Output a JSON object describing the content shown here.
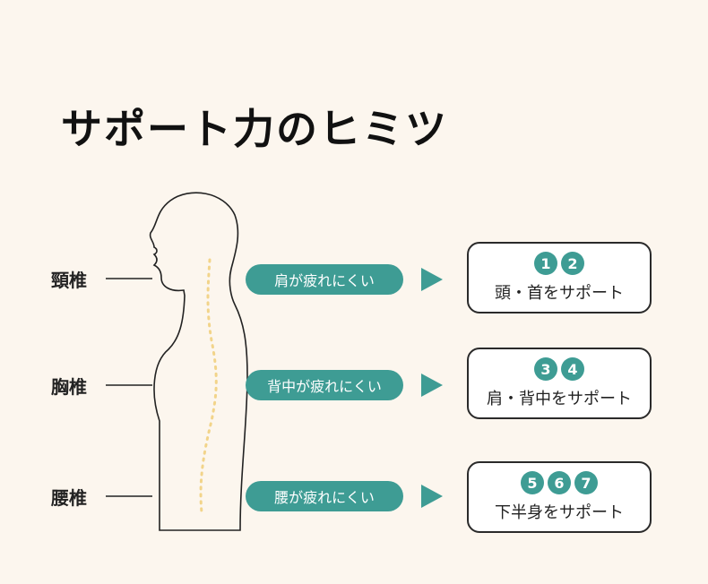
{
  "title": "サポート力のヒミツ",
  "colors": {
    "accent": "#3e9c94",
    "background": "#fcf6ee",
    "spine": "#f2d48a"
  },
  "rows": [
    {
      "vertebra": "頸椎",
      "pill": "肩が疲れにくい",
      "numbers": [
        "1",
        "2"
      ],
      "support": "頭・首をサポート"
    },
    {
      "vertebra": "胸椎",
      "pill": "背中が疲れにくい",
      "numbers": [
        "3",
        "4"
      ],
      "support": "肩・背中をサポート"
    },
    {
      "vertebra": "腰椎",
      "pill": "腰が疲れにくい",
      "numbers": [
        "5",
        "6",
        "7"
      ],
      "support": "下半身をサポート"
    }
  ]
}
